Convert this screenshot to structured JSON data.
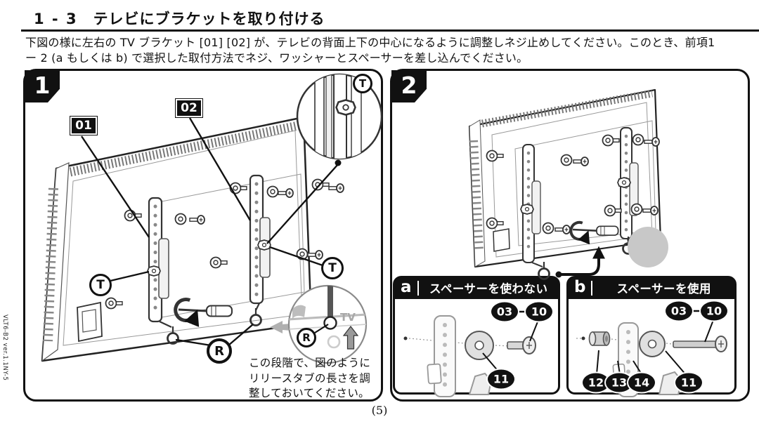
{
  "page": {
    "section_number": "1 - 3",
    "section_title": "テレビにブラケットを取り付ける",
    "intro_lines": [
      "下図の様に左右の TV ブラケット [01] [02] が、テレビの背面上下の中心になるように調整しネジ止めしてください。このとき、前項1",
      "ー 2 (a もしくは b) で選択した取付方法でネジ、ワッシャーとスペーサーを差し込んでください。"
    ],
    "page_number": "(5)",
    "doc_code": "VLT6-B2 ver.1.1NY-5"
  },
  "step1": {
    "number": "1",
    "bracket_left_label": "01",
    "bracket_right_label": "02",
    "t_label": "T",
    "r_label": "R",
    "tv_label": "TV",
    "caption_lines": [
      "この段階で、図のように",
      "リリースタブの長さを調",
      "整しておいてください。"
    ]
  },
  "step2": {
    "number": "2",
    "option_a": {
      "letter": "a",
      "title": "スペーサーを使わない",
      "part_03": "03",
      "part_10": "10",
      "part_11": "11"
    },
    "option_b": {
      "letter": "b",
      "title": "スペーサーを使用",
      "part_03": "03",
      "part_10": "10",
      "part_11": "11",
      "part_12": "12",
      "part_13": "13",
      "part_14": "14"
    }
  }
}
